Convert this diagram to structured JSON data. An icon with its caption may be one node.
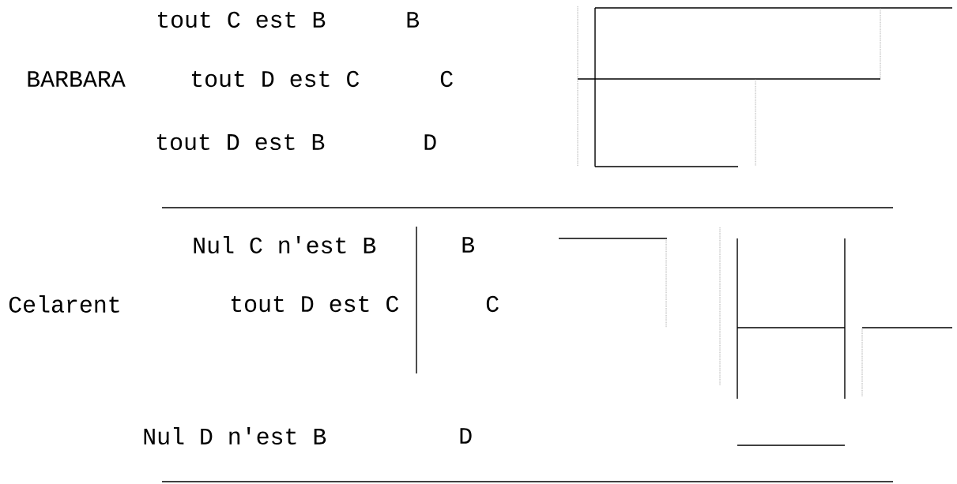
{
  "diagram": {
    "labels": [
      "tout C est B",
      "B",
      "BARBARA",
      "tout D est C",
      "C",
      "tout D est B",
      "D",
      "Nul C n'est B",
      "B",
      "Celarent",
      "tout D est C",
      "C",
      "Nul D n'est B",
      "D"
    ]
  }
}
